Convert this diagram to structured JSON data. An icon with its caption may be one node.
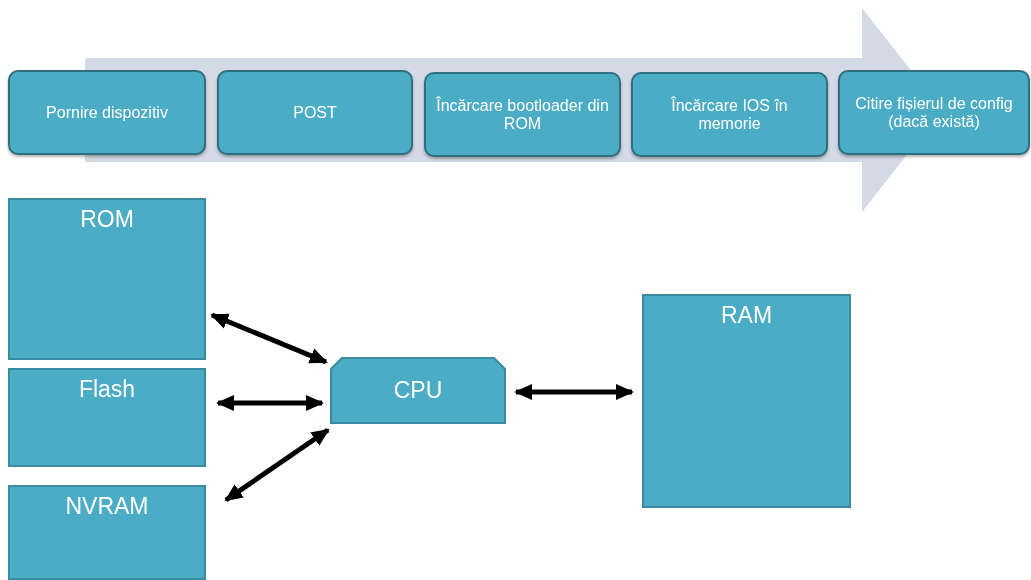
{
  "diagram": {
    "nodes": [
      {
        "text": [
          "Pornire dispozitiv"
        ]
      },
      {
        "text": [
          "POST"
        ]
      },
      {
        "text": [
          "Încărcare bootloader din ROM"
        ]
      },
      {
        "text": [
          "Încărcare IOS în memorie"
        ]
      },
      {
        "text": [
          "Citire fișierul de config (dacă există)"
        ]
      },
      {
        "text": [
          "ROM"
        ]
      },
      {
        "text": [
          "Flash"
        ]
      },
      {
        "text": [
          "NVRAM"
        ]
      },
      {
        "text": [
          "CPU"
        ]
      },
      {
        "text": [
          "RAM"
        ]
      }
    ],
    "edges": [
      {
        "from": 5,
        "to": 8,
        "arrow": "both"
      },
      {
        "from": 6,
        "to": 8,
        "arrow": "both"
      },
      {
        "from": 7,
        "to": 8,
        "arrow": "both"
      },
      {
        "from": 8,
        "to": 9,
        "arrow": "both"
      }
    ]
  }
}
